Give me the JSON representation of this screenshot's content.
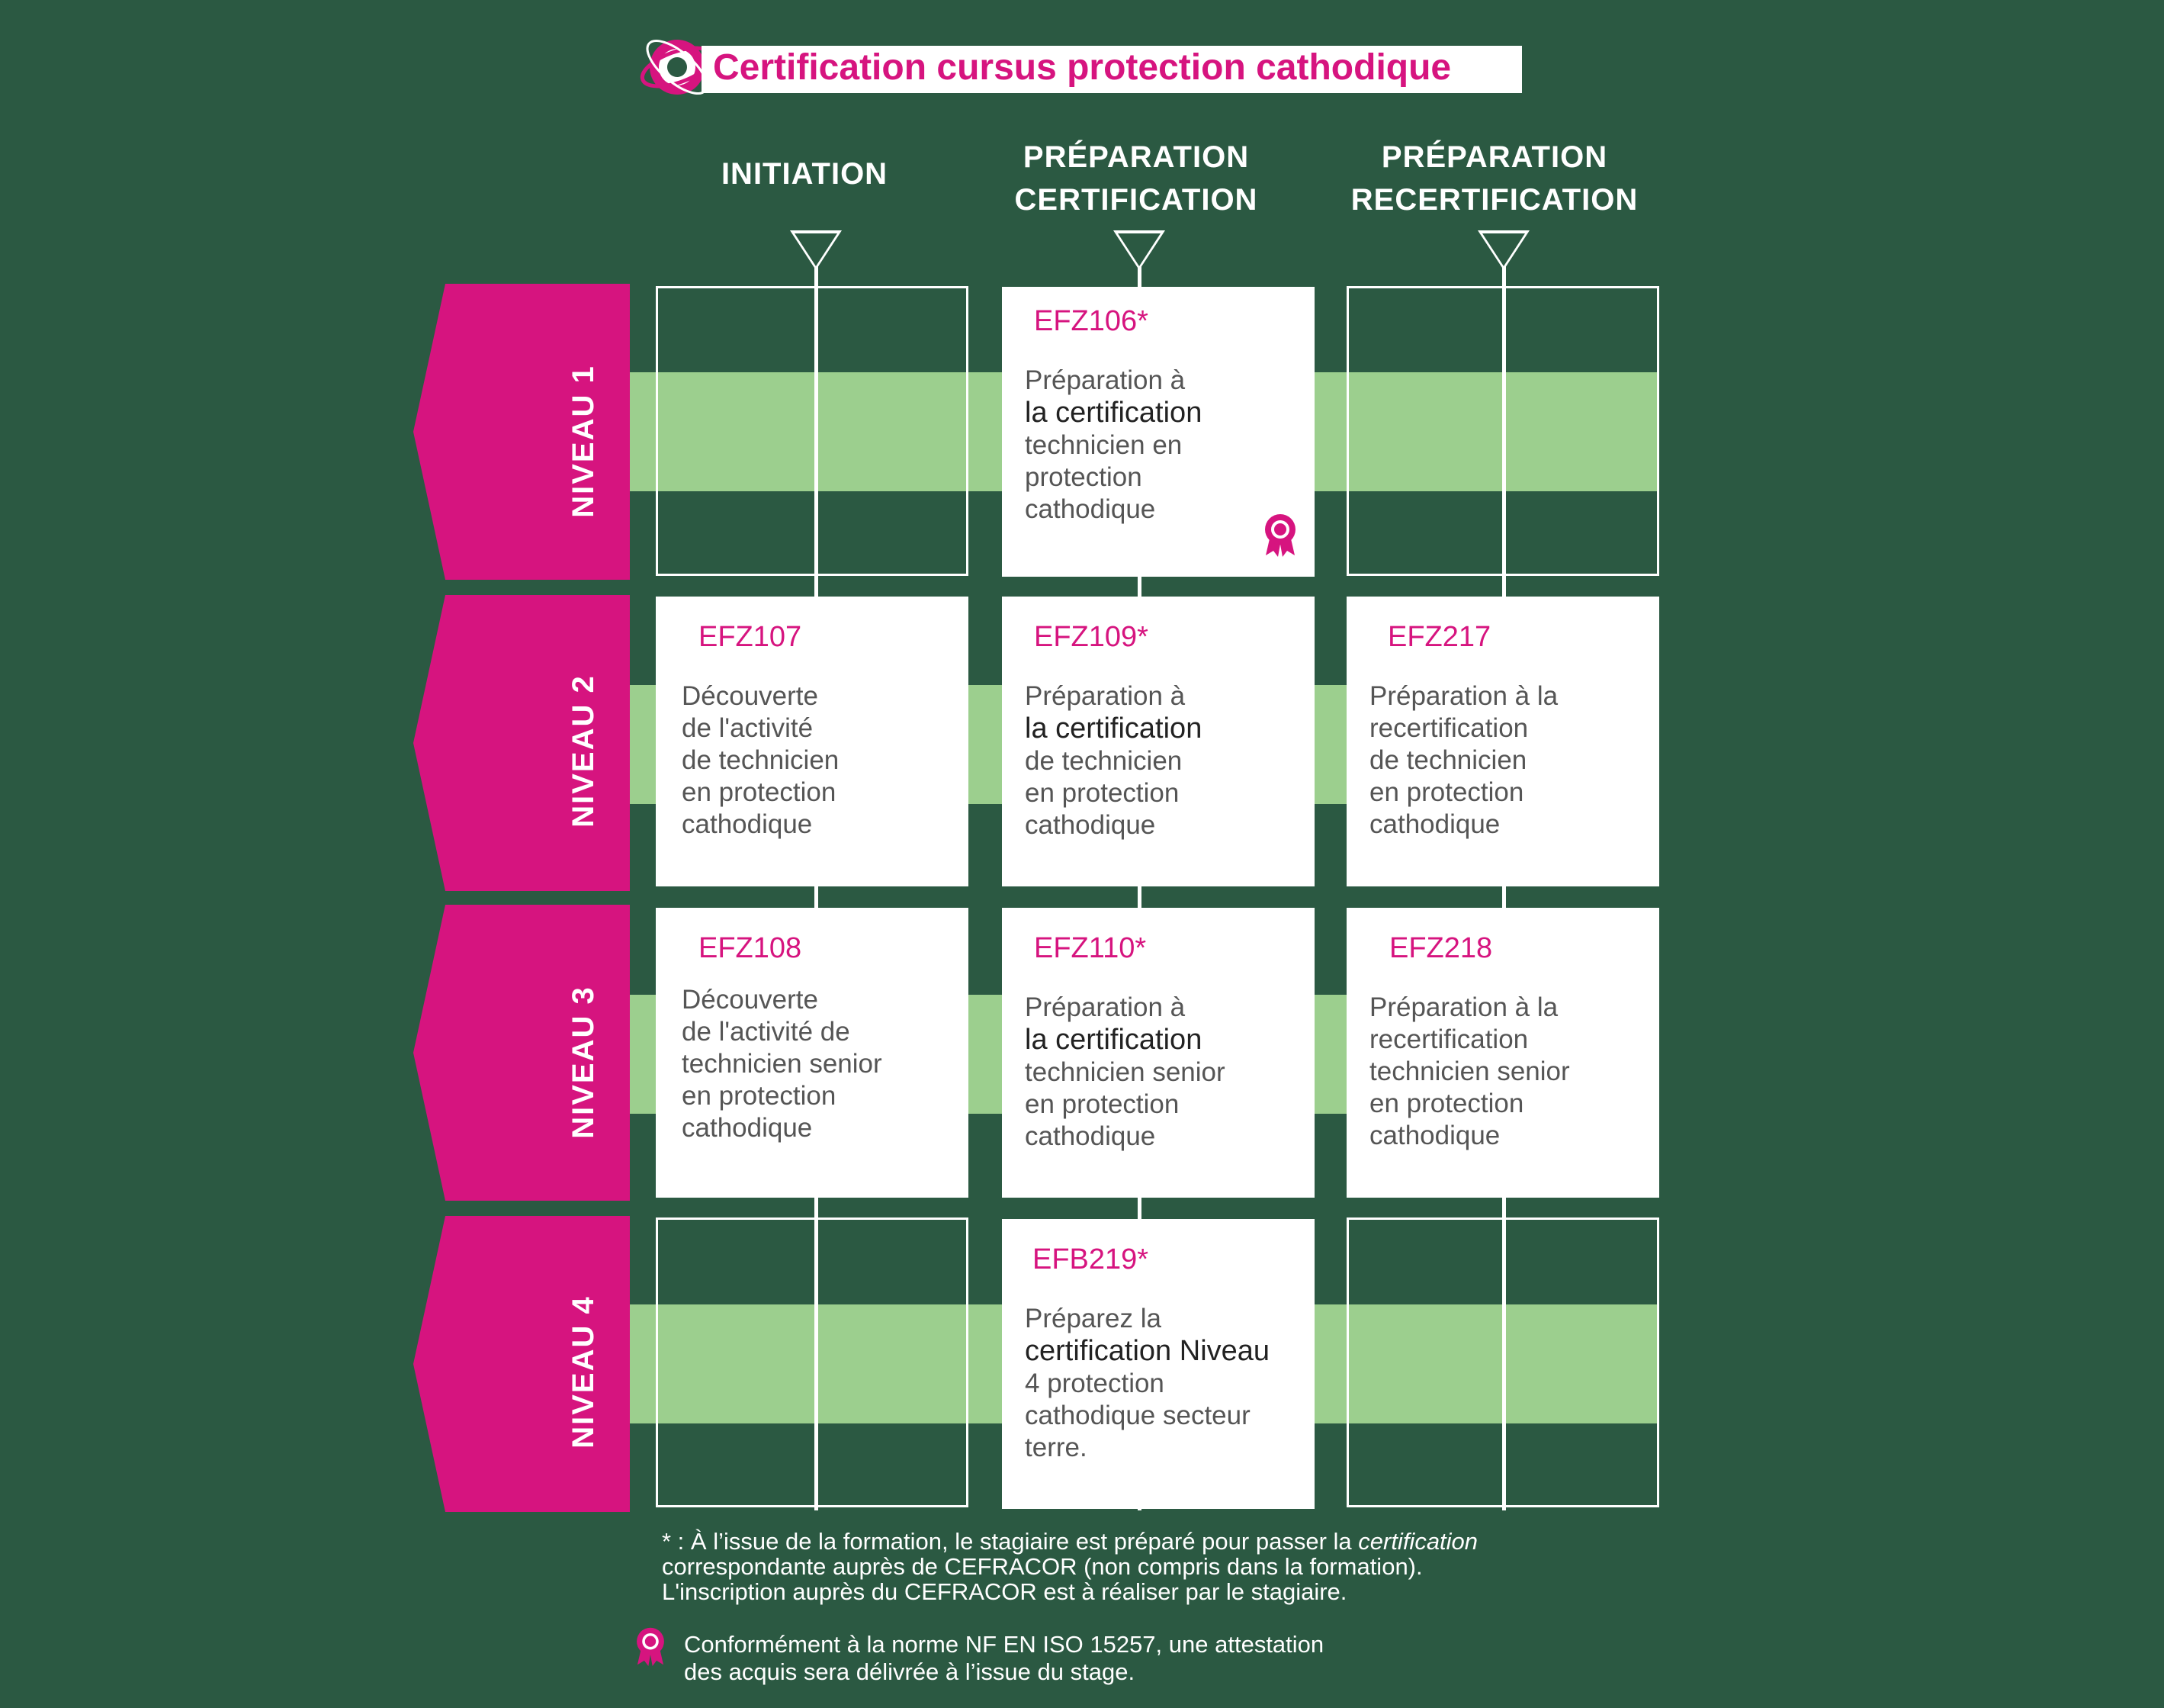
{
  "title": "Certification cursus protection cathodique",
  "columns": [
    {
      "line1": "INITIATION",
      "line2": ""
    },
    {
      "line1": "PRÉPARATION",
      "line2": "CERTIFICATION"
    },
    {
      "line1": "PRÉPARATION",
      "line2": "RECERTIFICATION"
    }
  ],
  "levels": [
    "NIVEAU 1",
    "NIVEAU 2",
    "NIVEAU 3",
    "NIVEAU 4"
  ],
  "cards": {
    "n1_cert": {
      "code": "EFZ106*",
      "pre": "Préparation à",
      "bold": "la  certification",
      "post": "technicien en\nprotection\ncathodique"
    },
    "n2_init": {
      "code": "EFZ107",
      "pre": "",
      "bold": "",
      "post": "Découverte\nde l'activité\nde technicien\nen protection\ncathodique"
    },
    "n2_cert": {
      "code": "EFZ109*",
      "pre": "Préparation à",
      "bold": "la certification",
      "post": "de technicien\nen protection\ncathodique"
    },
    "n2_recert": {
      "code": "EFZ217",
      "pre": "",
      "bold": "",
      "post": "Préparation à la\nrecertification\nde technicien\nen protection\ncathodique"
    },
    "n3_init": {
      "code": "EFZ108",
      "pre": "",
      "bold": "",
      "post": "Découverte\nde l'activité de\ntechnicien senior\nen protection\ncathodique"
    },
    "n3_cert": {
      "code": "EFZ110*",
      "pre": "Préparation à",
      "bold": "la certification",
      "post": "technicien senior\nen protection\ncathodique"
    },
    "n3_recert": {
      "code": "EFZ218",
      "pre": "",
      "bold": "",
      "post": "Préparation à la\nrecertification\ntechnicien senior\nen protection\ncathodique"
    },
    "n4_cert": {
      "code": "EFB219*",
      "pre": "Préparez la",
      "bold": "certification Niveau",
      "post": "4 protection\ncathodique secteur\nterre."
    }
  },
  "footnote": {
    "line1_a": "* : À  l’issue de  la formation,  le stagiaire  est préparé  pour  passer la ",
    "line1_em": "certification",
    "line2": "correspondante auprès de CEFRACOR (non compris dans la formation).",
    "line3": "L'inscription auprès du CEFRACOR est à réaliser par le stagiaire.",
    "award_note": "Conformément à la norme NF EN ISO 15257, une attestation\ndes acquis sera délivrée à l’issue du stage."
  },
  "colors": {
    "background": "#2b5942",
    "accent": "#d6147f",
    "band": "#9ccf8e",
    "card": "#ffffff"
  },
  "icons": {
    "title": "certification-logo-icon",
    "award": "award-ribbon-icon"
  }
}
